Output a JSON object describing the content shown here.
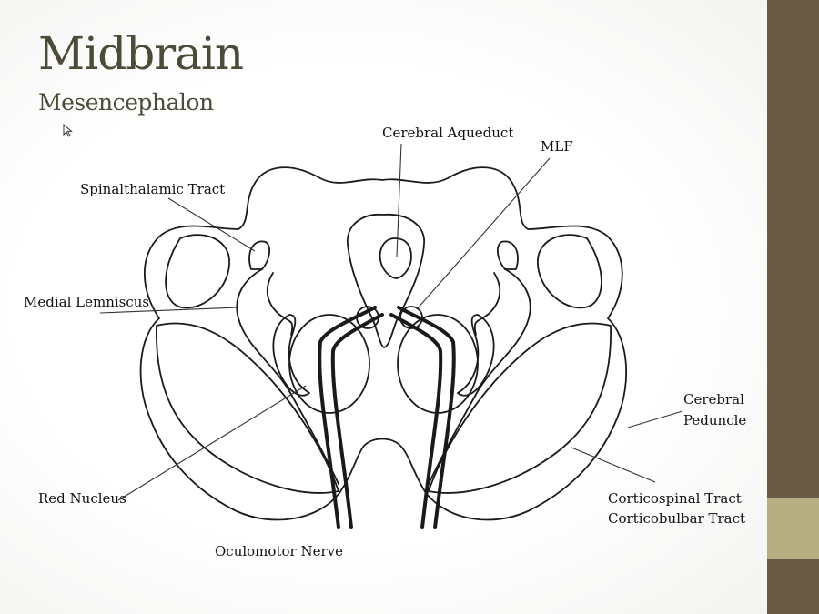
{
  "slide": {
    "title": "Midbrain",
    "subtitle": "Mesencephalon"
  },
  "labels": {
    "cerebral_aqueduct": "Cerebral Aqueduct",
    "mlf": "MLF",
    "spinalthalamic_tract": "Spinalthalamic Tract",
    "medial_lemniscus": "Medial Lemniscus",
    "cerebral_peduncle_line1": "Cerebral",
    "cerebral_peduncle_line2": "Peduncle",
    "red_nucleus": "Red Nucleus",
    "corticospinal_tract": "Corticospinal Tract",
    "corticobulbar_tract": "Corticobulbar Tract",
    "oculomotor_nerve": "Oculomotor Nerve"
  },
  "colors": {
    "sidebar": "#695b46",
    "sidebar_accent": "#b6ad82",
    "title": "#4d4a38"
  },
  "icons": {
    "cursor": "mouse-pointer-icon"
  }
}
